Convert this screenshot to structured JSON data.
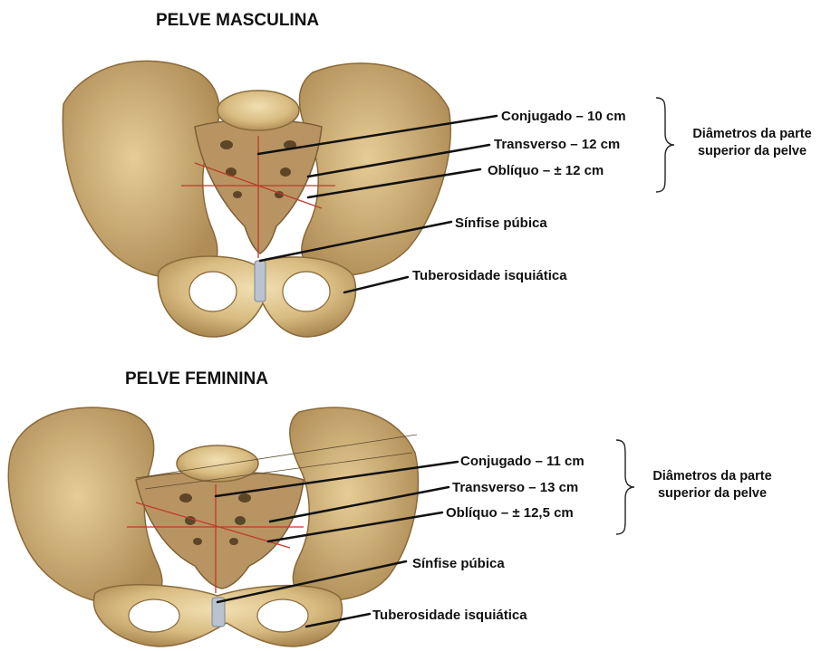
{
  "male": {
    "title": "PELVE MASCULINA",
    "conjugado": "Conjugado – 10 cm",
    "transverso": "Transverso – 12 cm",
    "obliquo": "Oblíquo – ± 12 cm",
    "grupo_linha1": "Diâmetros da parte",
    "grupo_linha2": "superior da pelve",
    "sinfise": "Sínfise púbica",
    "tuberosidade": "Tuberosidade isquiática"
  },
  "female": {
    "title": "PELVE FEMININA",
    "conjugado": "Conjugado – 11 cm",
    "transverso": "Transverso – 13 cm",
    "obliquo": "Oblíquo – ± 12,5 cm",
    "grupo_linha1": "Diâmetros da parte",
    "grupo_linha2": "superior da pelve",
    "sinfise": "Sínfise púbica",
    "tuberosidade": "Tuberosidade isquiática"
  },
  "colors": {
    "bone": "#d9bd84",
    "bone_dark": "#a88450",
    "bone_light": "#efdcae",
    "diameter_line": "#c0392b",
    "cartilage": "#b9c3cf"
  }
}
